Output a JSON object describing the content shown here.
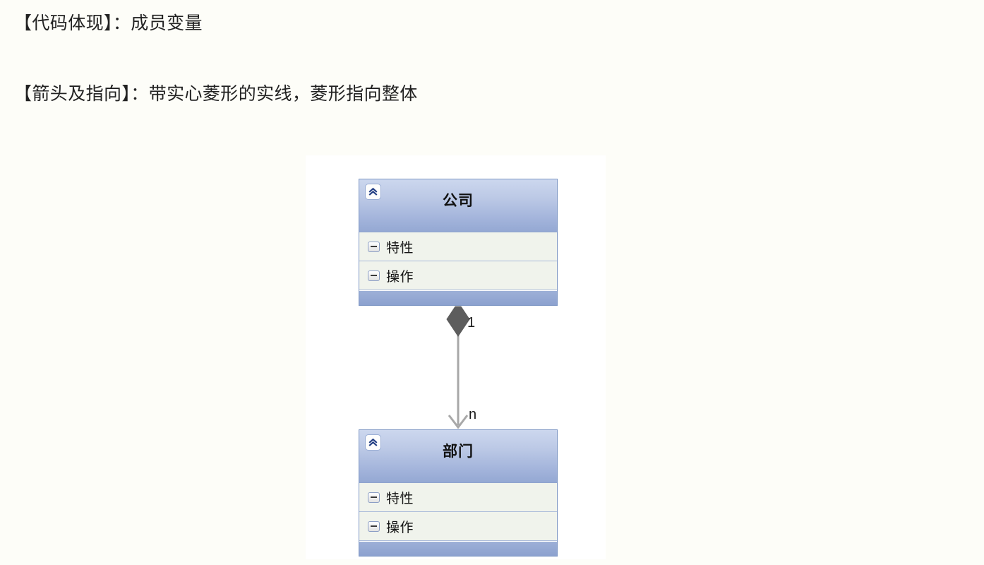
{
  "page": {
    "background_color": "#fdfdf8",
    "canvas_color": "#ffffff"
  },
  "text": {
    "line1": "【代码体现】：成员变量",
    "line2": "【箭头及指向】：带实心菱形的实线，菱形指向整体"
  },
  "diagram": {
    "type": "uml-class-diagram",
    "relationship": "composition",
    "classes": [
      {
        "id": "company",
        "title": "公司",
        "collapse_icon": "double-chevron-up-icon",
        "rows": [
          {
            "icon": "minus-icon",
            "label": "特性"
          },
          {
            "icon": "minus-icon",
            "label": "操作"
          }
        ]
      },
      {
        "id": "department",
        "title": "部门",
        "collapse_icon": "double-chevron-up-icon",
        "rows": [
          {
            "icon": "minus-icon",
            "label": "特性"
          },
          {
            "icon": "minus-icon",
            "label": "操作"
          }
        ]
      }
    ],
    "connector": {
      "source": "company",
      "target": "department",
      "source_decoration": "filled-diamond",
      "target_decoration": "open-arrowhead",
      "source_multiplicity": "1",
      "target_multiplicity": "n",
      "line_color": "#a8a8a8",
      "diamond_color": "#5d5d5d"
    }
  },
  "colors": {
    "header_gradient_top": "#ccd7ee",
    "header_gradient_bottom": "#94a8d3",
    "compartment_bg": "#f0f3ec",
    "footer": "#8ca1cf",
    "border": "#7e97c4"
  }
}
